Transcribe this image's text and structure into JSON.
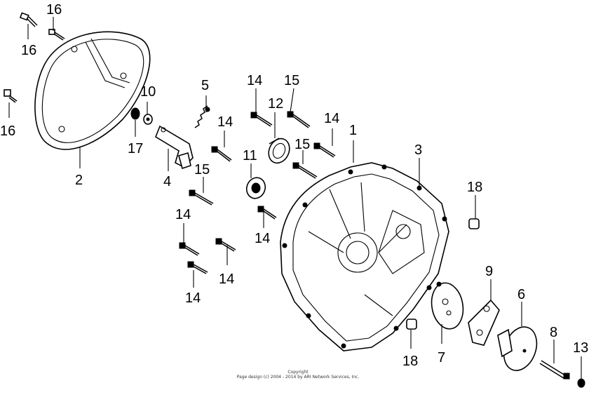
{
  "callouts": {
    "c16a": "16",
    "c16b": "16",
    "c16c": "16",
    "c2": "2",
    "c10": "10",
    "c17": "17",
    "c5": "5",
    "c4": "4",
    "c14a": "14",
    "c14b": "14",
    "c14c": "14",
    "c14d": "14",
    "c14e": "14",
    "c14f": "14",
    "c14g": "14",
    "c15a": "15",
    "c15b": "15",
    "c15c": "15",
    "c12": "12",
    "c11": "11",
    "c1": "1",
    "c3": "3",
    "c18a": "18",
    "c18b": "18",
    "c9": "9",
    "c6": "6",
    "c7": "7",
    "c8": "8",
    "c13": "13"
  },
  "copyright": {
    "line1": "Copyright",
    "line2": "Page design (c) 2004 - 2014 by ARI Network Services, Inc."
  }
}
